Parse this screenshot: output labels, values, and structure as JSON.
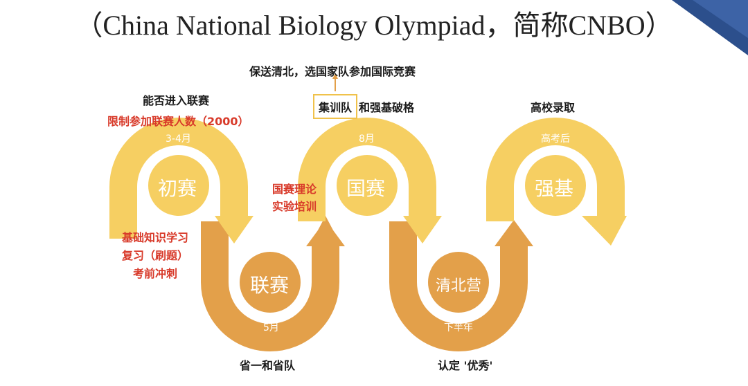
{
  "title": "（China National Biology Olympiad，简称CNBO）",
  "stages": {
    "s1": {
      "name": "初赛",
      "time": "3-4月"
    },
    "s2": {
      "name": "联赛",
      "time": "5月"
    },
    "s3": {
      "name": "国赛",
      "time": "8月"
    },
    "s4": {
      "name": "清北营",
      "time": "下半年"
    },
    "s5": {
      "name": "强基",
      "time": "高考后"
    }
  },
  "labels": {
    "enter_league": "能否进入联赛",
    "limit": "限制参加联赛人数（2000）",
    "basics": [
      "基础知识学习",
      "复习（刷题）",
      "考前冲刺"
    ],
    "province_team": "省一和省队",
    "national_training": [
      "国赛理论",
      "实验培训"
    ],
    "guarantee": "保送清北，选国家队参加国际竞赛",
    "training_team": "集训队",
    "strong_base": "和强基破格",
    "excellent": "认定 '优秀'",
    "admission": "高校录取"
  },
  "colors": {
    "light": "#f6cf62",
    "dark": "#e3a04a",
    "red": "#d83a2a",
    "corner": "#2c4f8c"
  }
}
